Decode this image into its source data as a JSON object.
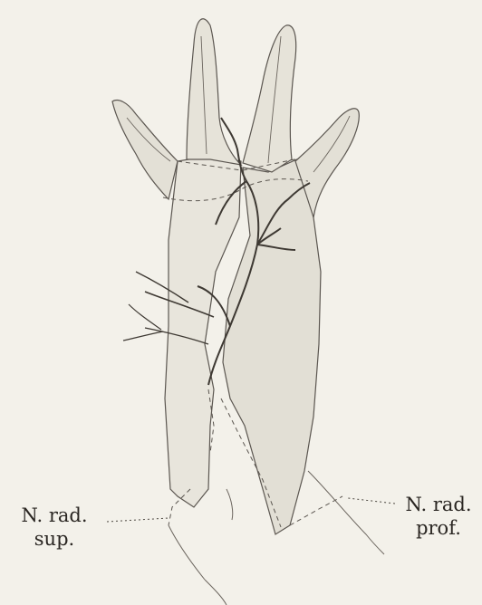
{
  "labels": {
    "left": {
      "line1": "N. rad.",
      "line2": "sup."
    },
    "right": {
      "line1": "N. rad.",
      "line2": "prof."
    }
  },
  "colors": {
    "background": "#f3f1ea",
    "bone_fill": "#e6e3d9",
    "bone_shade": "#d6d2c6",
    "outline": "#55504a",
    "nerve": "#3e3933",
    "label_text": "#2a2622"
  }
}
